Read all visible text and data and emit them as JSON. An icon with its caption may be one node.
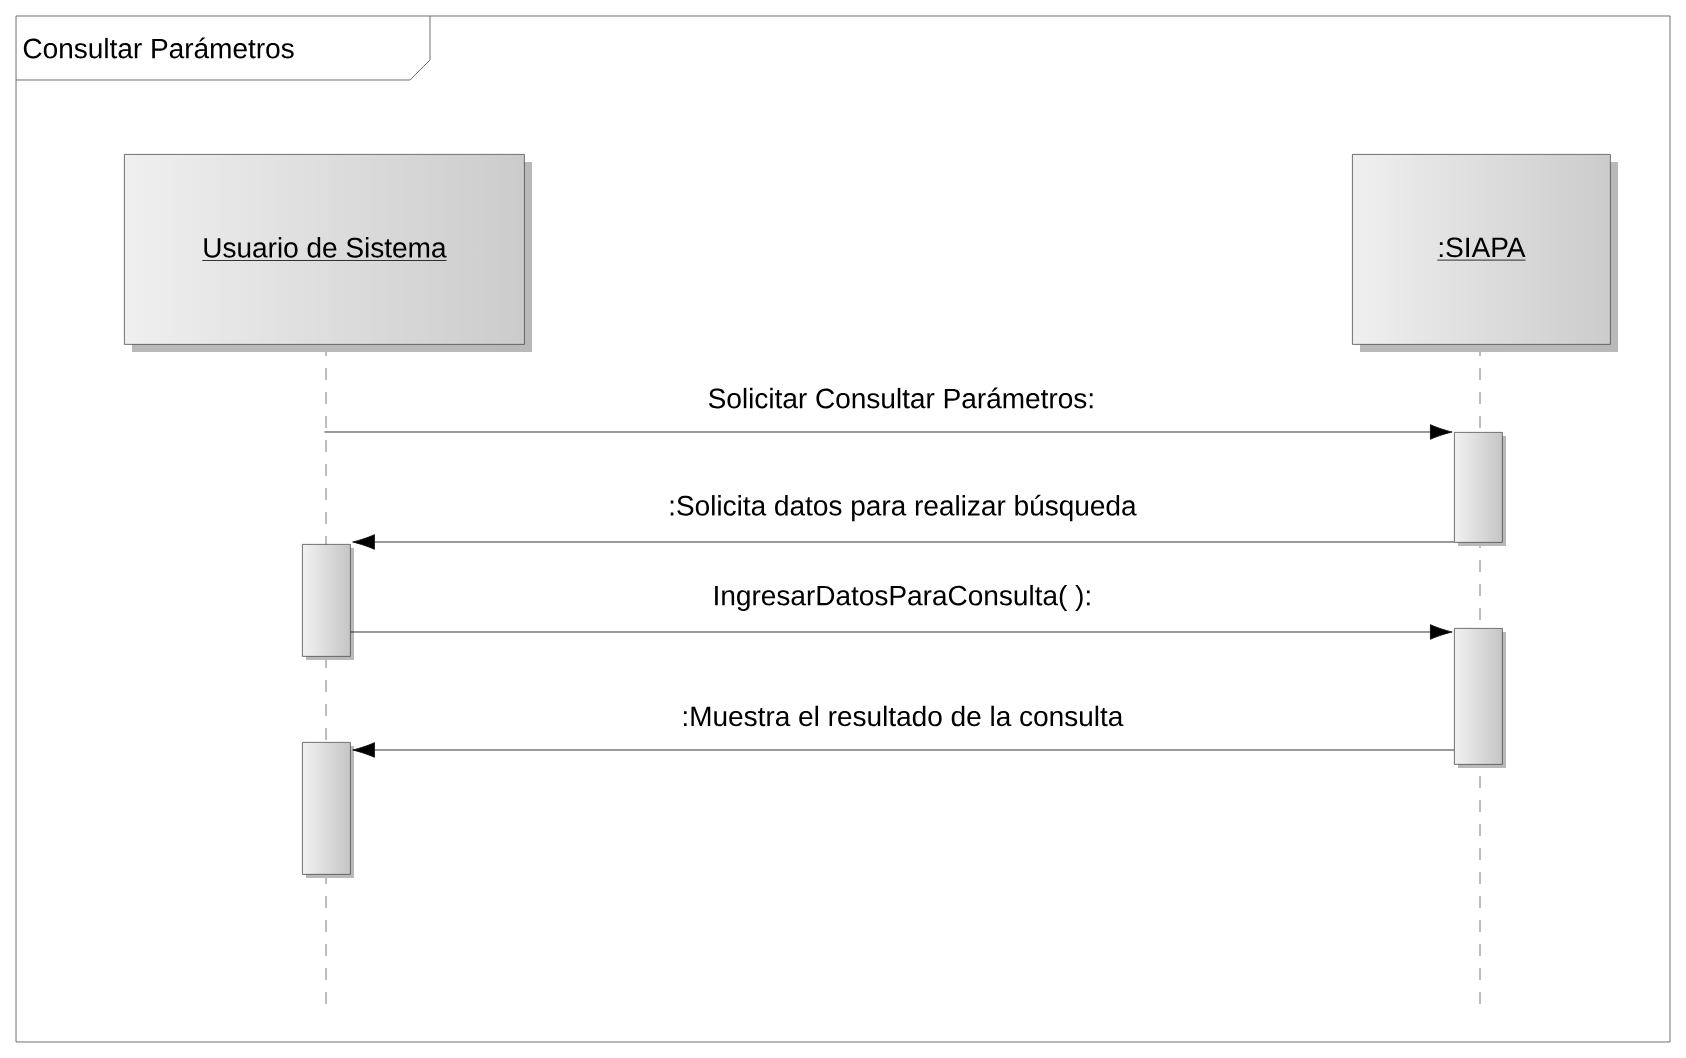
{
  "diagram": {
    "nodes": [
      {
        "text": [
          "Consultar Parámetros"
        ]
      },
      {
        "text": [
          "Usuario de Sistema"
        ],
        "in": 0
      },
      {
        "text": [
          ":SIAPA"
        ],
        "in": 0
      },
      {
        "text": [],
        "shape": "bar",
        "in": 0
      },
      {
        "text": [],
        "shape": "bar",
        "in": 0
      },
      {
        "text": [],
        "shape": "bar",
        "in": 0
      },
      {
        "text": [],
        "shape": "bar",
        "in": 0
      }
    ],
    "edges": [
      {
        "from": 1,
        "to": 3,
        "arrow": "to",
        "label": "Solicitar Consultar Parámetros:"
      },
      {
        "from": 3,
        "to": 4,
        "arrow": "to",
        "label": ":Solicita datos para realizar búsqueda"
      },
      {
        "from": 4,
        "to": 5,
        "arrow": "to",
        "label": "IngresarDatosParaConsulta( ):"
      },
      {
        "from": 5,
        "to": 6,
        "arrow": "to",
        "label": ":Muestra el resultado de la consulta"
      }
    ]
  }
}
